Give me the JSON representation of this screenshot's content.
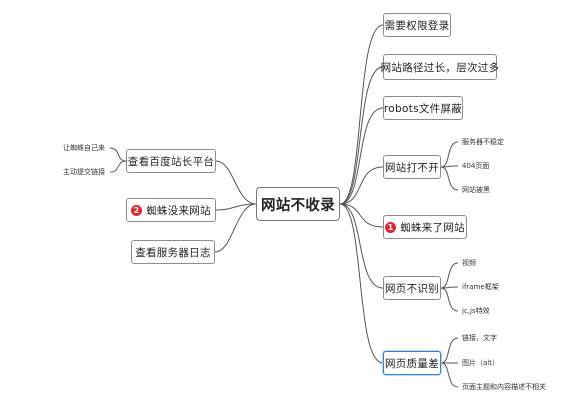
{
  "center": {
    "label": "网站不收录"
  },
  "right": [
    {
      "label": "需要权限登录"
    },
    {
      "label": "网站路径过长，层次过多"
    },
    {
      "label": "robots文件屏蔽"
    },
    {
      "label": "网站打不开",
      "children": [
        "服务器不稳定",
        "404页面",
        "网站被黑"
      ]
    },
    {
      "label": "蜘蛛来了网站",
      "badge": "1",
      "badge_color": "#e0262a"
    },
    {
      "label": "网页不识别",
      "children": [
        "视频",
        "iframe框架",
        "jc,js特效"
      ]
    },
    {
      "label": "网页质量差",
      "children": [
        "链接，文字",
        "图片（alt）",
        "页面主题和内容描述不相关"
      ]
    }
  ],
  "left": [
    {
      "label": "查看百度站长平台",
      "children": [
        "让蜘蛛自己来",
        "主动提交链接"
      ]
    },
    {
      "label": "蜘蛛没来网站",
      "badge": "2",
      "badge_color": "#e0262a"
    },
    {
      "label": "查看服务器日志"
    }
  ],
  "colors": {
    "line": "#555555",
    "selected_border": "#3a80c9"
  }
}
